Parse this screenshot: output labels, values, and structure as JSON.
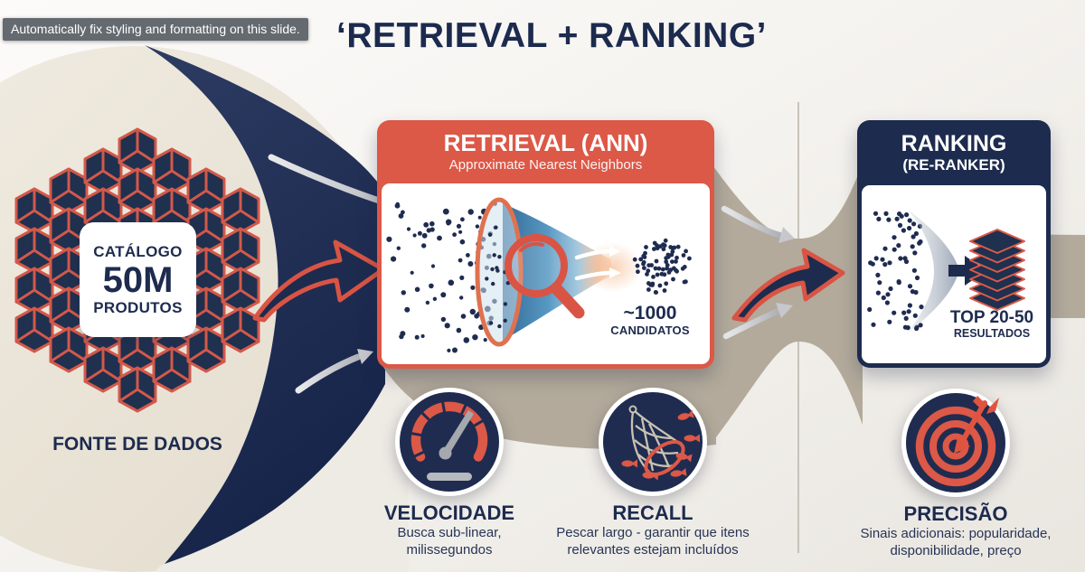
{
  "tooltip": {
    "text": "Automatically fix styling and formatting on this slide."
  },
  "title": "‘RETRIEVAL + RANKING’",
  "source": {
    "card_line1": "CATÁLOGO",
    "card_line2": "50M",
    "card_line3": "PRODUTOS",
    "label": "FONTE DE DADOS",
    "icon": "cube-cluster"
  },
  "retrieval": {
    "title": "RETRIEVAL (ANN)",
    "subtitle": "Approximate Nearest Neighbors",
    "output_value": "~1000",
    "output_label": "CANDIDATOS",
    "icons": [
      "scatter-dots",
      "funnel-icon",
      "magnifier-icon"
    ]
  },
  "ranking": {
    "title": "RANKING",
    "subtitle": "(RE-RANKER)",
    "output_value": "TOP 20-50",
    "output_label": "RESULTADOS",
    "icons": [
      "scatter-dots",
      "layer-stack-icon"
    ]
  },
  "features": [
    {
      "title": "VELOCIDADE",
      "line1": "Busca sub-linear,",
      "line2": "milissegundos",
      "icon": "speedometer-icon"
    },
    {
      "title": "RECALL",
      "line1": "Pescar largo - garantir que itens",
      "line2": "relevantes estejam incluídos",
      "icon": "fishing-net-icon"
    },
    {
      "title": "PRECISÃO",
      "line1": "Sinais adicionais: popularidade,",
      "line2": "disponibilidade, preço",
      "icon": "target-icon"
    }
  ],
  "colors": {
    "navy": "#1d2b4e",
    "coral": "#dc5847",
    "taupe": "#b3aa9b",
    "cream": "#ece5d8",
    "silver": "#c6c8cd"
  }
}
